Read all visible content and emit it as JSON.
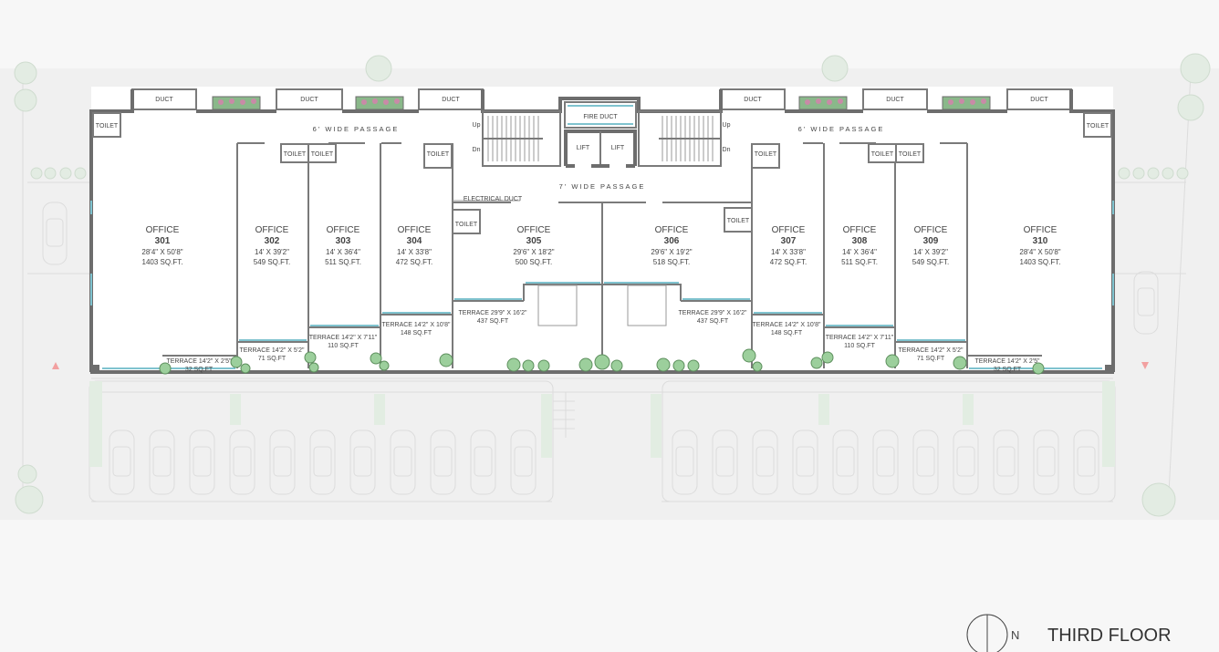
{
  "title": "THIRD FLOOR",
  "north_label": "N",
  "ducts": [
    "DUCT",
    "DUCT",
    "DUCT",
    "DUCT",
    "DUCT",
    "DUCT"
  ],
  "fire_duct": "FIRE DUCT",
  "lifts": [
    "LIFT",
    "LIFT"
  ],
  "stairs": {
    "up": "Up",
    "down": "Dn"
  },
  "electrical_duct": "ELECTRICAL DUCT",
  "passages": {
    "left": "6' WIDE PASSAGE",
    "right": "6' WIDE PASSAGE",
    "center": "7' WIDE PASSAGE"
  },
  "toilet_label": "TOILET",
  "offices": [
    {
      "label": "OFFICE",
      "number": "301",
      "dims": "28'4\" X 50'8\"",
      "area": "1403  SQ.FT."
    },
    {
      "label": "OFFICE",
      "number": "302",
      "dims": "14' X 39'2\"",
      "area": "549 SQ.FT."
    },
    {
      "label": "OFFICE",
      "number": "303",
      "dims": "14' X 36'4\"",
      "area": "511  SQ.FT."
    },
    {
      "label": "OFFICE",
      "number": "304",
      "dims": "14' X 33'8\"",
      "area": "472  SQ.FT."
    },
    {
      "label": "OFFICE",
      "number": "305",
      "dims": "29'6\" X 18'2\"",
      "area": "500  SQ.FT."
    },
    {
      "label": "OFFICE",
      "number": "306",
      "dims": "29'6\" X 19'2\"",
      "area": "518  SQ.FT."
    },
    {
      "label": "OFFICE",
      "number": "307",
      "dims": "14' X 33'8\"",
      "area": "472  SQ.FT."
    },
    {
      "label": "OFFICE",
      "number": "308",
      "dims": "14' X 36'4\"",
      "area": "511  SQ.FT."
    },
    {
      "label": "OFFICE",
      "number": "309",
      "dims": "14' X 39'2\"",
      "area": "549  SQ.FT."
    },
    {
      "label": "OFFICE",
      "number": "310",
      "dims": "28'4\" X 50'8\"",
      "area": "1403  SQ.FT."
    }
  ],
  "terraces": [
    {
      "dims": "TERRACE 14'2\" X 2'5\"",
      "area": "32 SQ.FT"
    },
    {
      "dims": "TERRACE 14'2\" X 5'2\"",
      "area": "71 SQ.FT"
    },
    {
      "dims": "TERRACE 14'2\" X 7'11\"",
      "area": "110 SQ.FT"
    },
    {
      "dims": "TERRACE 14'2\" X 10'8\"",
      "area": "148 SQ.FT"
    },
    {
      "dims": "TERRACE 29'9\" X 16'2\"",
      "area": "437 SQ.FT"
    },
    {
      "dims": "TERRACE  29'9\" X 16'2\"",
      "area": "437 SQ.FT"
    },
    {
      "dims": "TERRACE 14'2\" X 10'8\"",
      "area": "148 SQ.FT"
    },
    {
      "dims": "TERRACE 14'2\" X 7'11\"",
      "area": "110 SQ.FT"
    },
    {
      "dims": "TERRACE 14'2\" X 5'2\"",
      "area": "71 SQ.FT"
    },
    {
      "dims": "TERRACE 14'2\" X 2'5\"",
      "area": "32 SQ.FT"
    }
  ]
}
